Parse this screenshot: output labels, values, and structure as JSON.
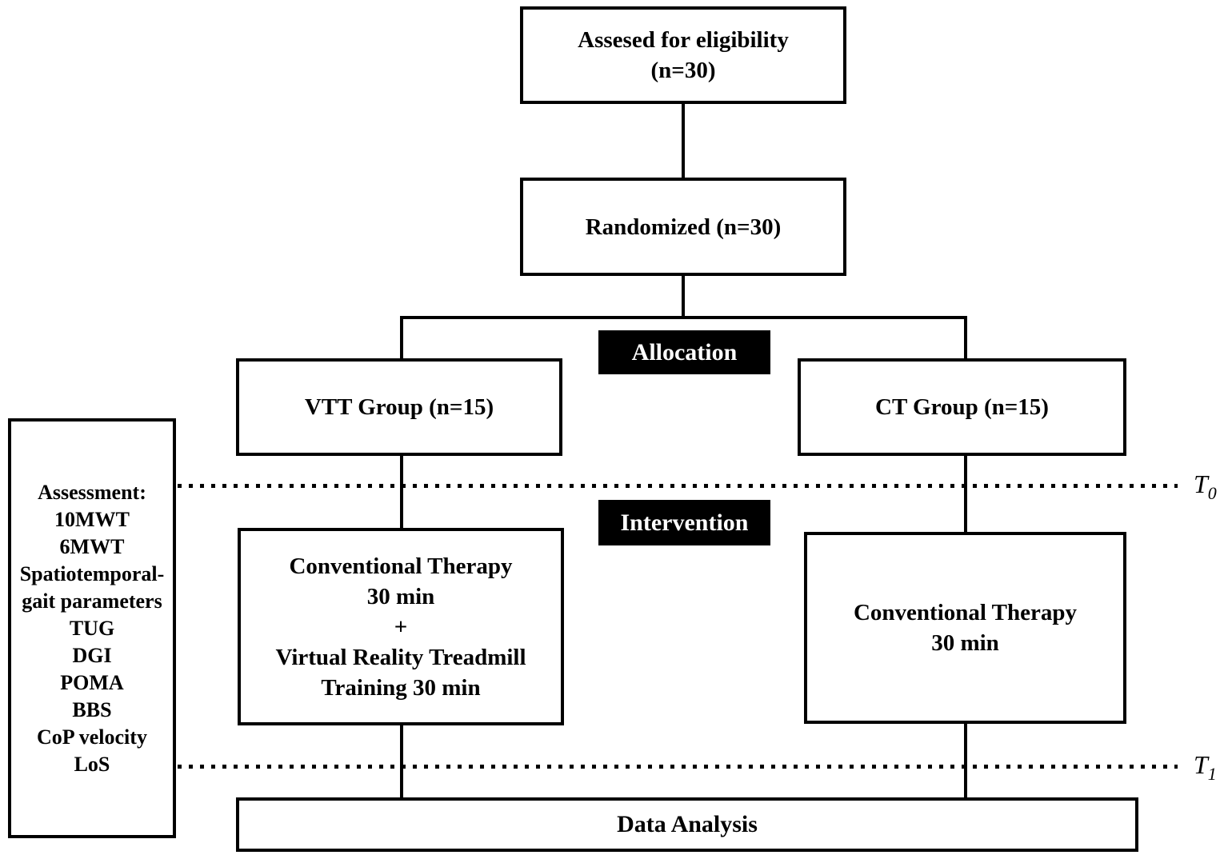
{
  "diagram": {
    "eligibility": {
      "line1": "Assesed for eligibility",
      "line2": "(n=30)"
    },
    "randomized": "Randomized (n=30)",
    "allocation_label": "Allocation",
    "intervention_label": "Intervention",
    "vtt_group": "VTT Group (n=15)",
    "ct_group": "CT Group (n=15)",
    "vtt_intervention": {
      "lines": [
        "Conventional Therapy",
        "30 min",
        "+",
        "Virtual Reality Treadmill",
        "Training 30 min"
      ]
    },
    "ct_intervention": {
      "lines": [
        "Conventional Therapy",
        "30 min"
      ]
    },
    "assessment": {
      "heading": "Assessment:",
      "items": [
        "10MWT",
        "6MWT",
        "Spatiotemporal-",
        "gait parameters",
        "TUG",
        "DGI",
        "POMA",
        "BBS",
        "CoP velocity",
        "LoS"
      ]
    },
    "timepoints": {
      "t0_base": "T",
      "t0_sub": "0",
      "t1_base": "T",
      "t1_sub": "1"
    },
    "data_analysis": "Data Analysis",
    "colors": {
      "line": "#000000",
      "ribbon_bg": "#000000",
      "ribbon_text": "#ffffff",
      "box_bg": "#ffffff",
      "page_bg": "#ffffff"
    }
  }
}
